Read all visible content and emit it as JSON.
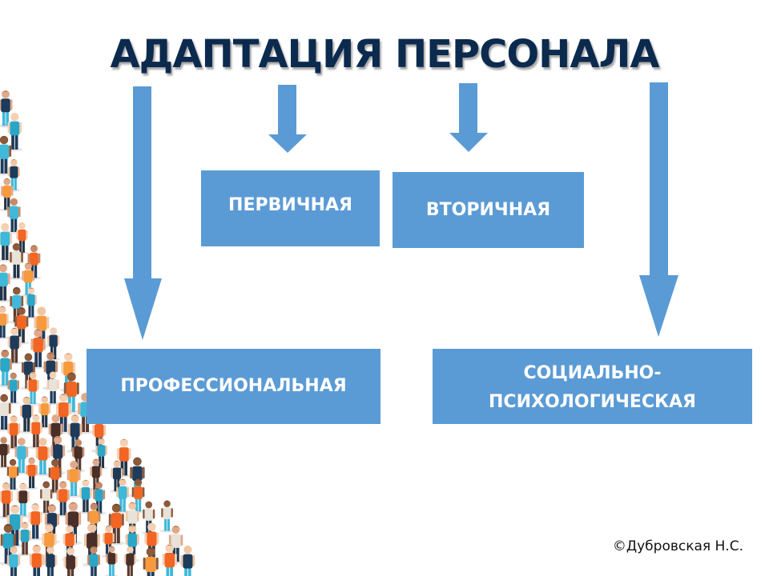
{
  "title": "АДАПТАЦИЯ ПЕРСОНАЛА",
  "boxes": {
    "primary": "ПЕРВИЧНАЯ",
    "secondary": "ВТОРИЧНАЯ",
    "professional": "ПРОФЕССИОНАЛЬНАЯ",
    "social_line1": "СОЦИАЛЬНО-",
    "social_line2": "ПСИХОЛОГИЧЕСКАЯ"
  },
  "copyright": "©Дубровская Н.С.",
  "colors": {
    "box": "#5b9bd5",
    "arrow": "#5b9bd5",
    "title": "#0b2a4e"
  },
  "illustration": "crowd-of-people"
}
